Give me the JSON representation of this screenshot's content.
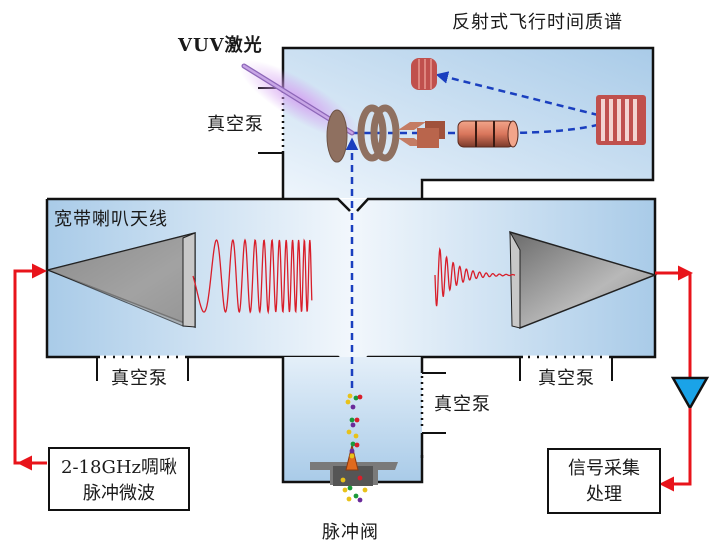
{
  "title": "Broadband chirped-pulse microwave spectrometer with reflectron TOF mass spectrometer",
  "labels": {
    "tof_ms": "反射式飞行时间质谱",
    "vuv_laser": "VUV激光",
    "horn_antenna": "宽带喇叭天线",
    "vacuum_pump": "真空泵",
    "pulse_valve": "脉冲阀"
  },
  "boxes": {
    "chirp_source": {
      "line1": "2-18GHz啁啾",
      "line2": "脉冲微波"
    },
    "signal_processing": {
      "line1": "信号采集",
      "line2": "处理"
    }
  },
  "colors": {
    "chamber_fill_light": "#eef5fc",
    "chamber_fill_dark": "#a9cbe8",
    "outline": "#111111",
    "signal_wire": "#e8141b",
    "ion_path": "#1a3fbf",
    "laser": "#b07cd8",
    "amplifier": "#1aa3e8",
    "microwave": "#d81e2a",
    "ion_optics_brown": "#8f7060",
    "ion_optics_copper": "#c36a52",
    "reflectron": "#c0504d"
  }
}
